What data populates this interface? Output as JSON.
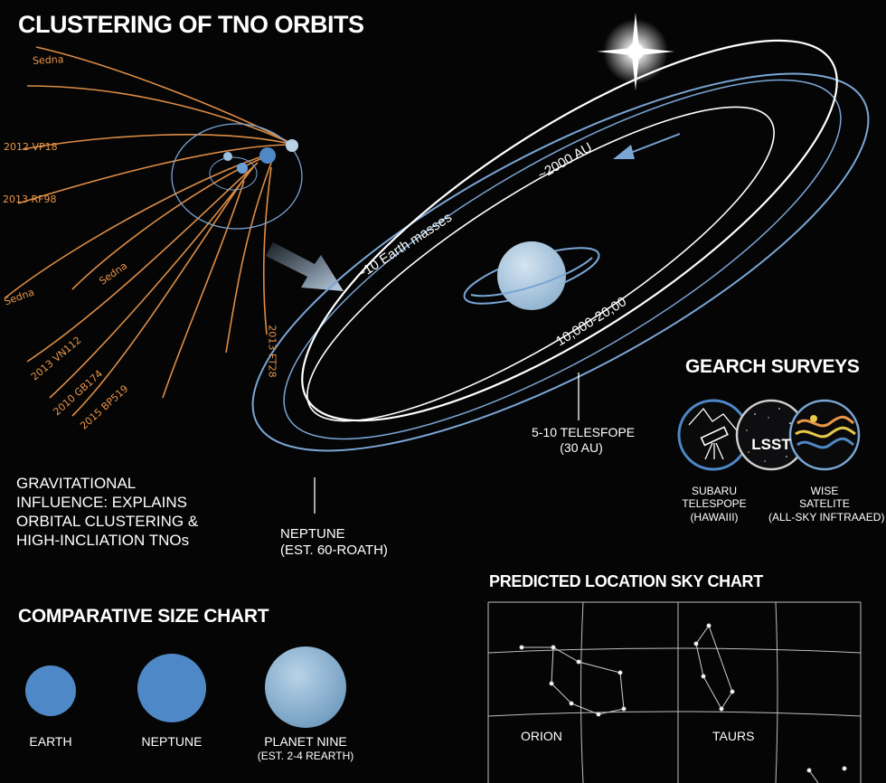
{
  "header": {
    "title": "CLUSTERING OF TNO ORBITS"
  },
  "tno_labels": [
    "Sedna",
    "2012 VP18",
    "2013 RF98",
    "Sedna",
    "Sedna",
    "2013 VN112",
    "2010 GB174",
    "2015 BP519",
    "2013 FT28"
  ],
  "orbit_labels": {
    "distance_top": "~2000 AU",
    "mass": "~10 Earth masses",
    "distance_mid": "10,000-20,00",
    "telescope_note_line1": "5-10 TELESFOPE",
    "telescope_note_line2": "(30 AU)",
    "neptune_line1": "NEPTUNE",
    "neptune_line2": "(EST. 60-ROATH)"
  },
  "gravity_text": [
    "GRAVITATIONAL",
    "INFLUENCE: EXPLAINS",
    "ORBITAL CLUSTERING &",
    "HIGH-INCLIATION TNOs"
  ],
  "surveys": {
    "title": "GEARCH SURVEYS",
    "lsst_label": "LSST",
    "subaru": [
      "SUBARU",
      "TELESPOPE",
      "(HAWAIII)"
    ],
    "wise": [
      "WISE",
      "SATELITE",
      "(ALL-SKY INFTRAAED)"
    ]
  },
  "size_chart": {
    "title": "COMPARATIVE SIZE CHART",
    "items": [
      {
        "name": "EARTH",
        "note": ""
      },
      {
        "name": "NEPTUNE",
        "note": ""
      },
      {
        "name": "PLANET NINE",
        "note": "(EST. 2-4 REARTH)"
      }
    ]
  },
  "sky_chart": {
    "title": "PREDICTED LOCATION SKY CHART",
    "constellations": [
      "ORION",
      "TAURS"
    ]
  },
  "colors": {
    "orbit_orange": "#e9954a",
    "orbit_blue": "#7aa6d6",
    "planet_blue": "#4f88c6",
    "planet_nine": "#b9d2e6"
  }
}
